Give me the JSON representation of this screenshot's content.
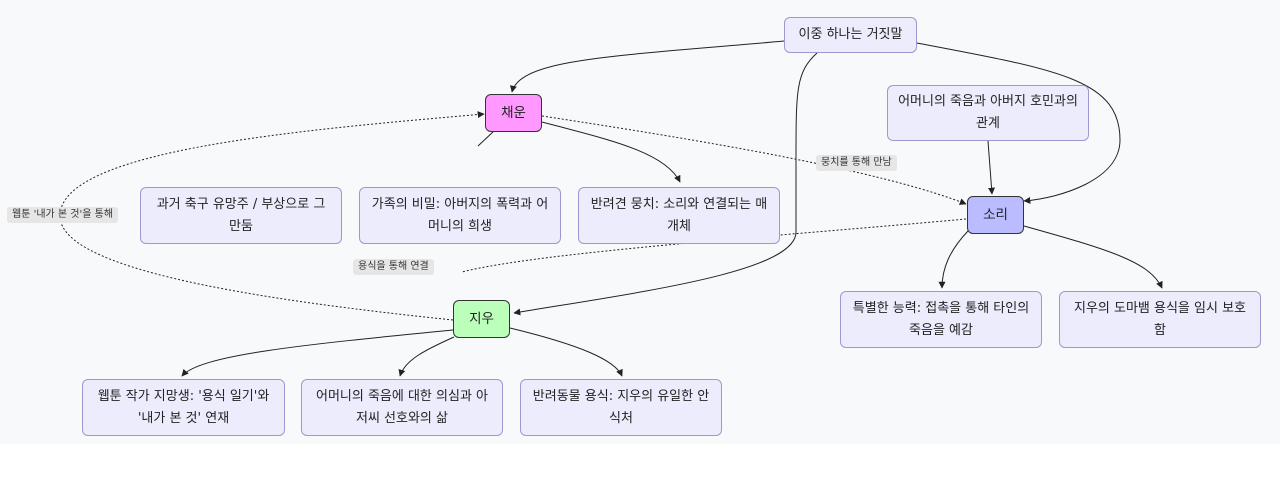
{
  "nodes": {
    "lie": "이중 하나는 거짓말",
    "chaewoon": "채운",
    "sori": "소리",
    "jiwoo": "지우",
    "sori_bg": "어머니의 죽음과 아버지 호민과의 관계",
    "chae_past": "과거 축구 유망주 / 부상으로 그만둠",
    "chae_family": "가족의 비밀: 아버지의 폭력과 어머니의 희생",
    "chae_dog": "반려견 뭉치: 소리와 연결되는 매개체",
    "sori_power": "특별한 능력: 접촉을 통해 타인의 죽음을 예감",
    "sori_protect": "지우의 도마뱀 용식을 임시 보호함",
    "jiwoo_webtoon": "웹툰 작가 지망생: '용식 일기'와 '내가 본 것' 연재",
    "jiwoo_mother": "어머니의 죽음에 대한 의심과 아저씨 선호와의 삶",
    "jiwoo_pet": "반려동물 용식: 지우의 유일한 안식처"
  },
  "edge_labels": {
    "munchi": "뭉치를 통해 만남",
    "webtoon": "웹툰 '내가 본 것'을 통해",
    "yongsik": "용식을 통해 연결"
  },
  "colors": {
    "chaewoon": "#ff99ff",
    "sori": "#bbbbff",
    "jiwoo": "#bbffbb",
    "node_default": "#ececfd"
  }
}
